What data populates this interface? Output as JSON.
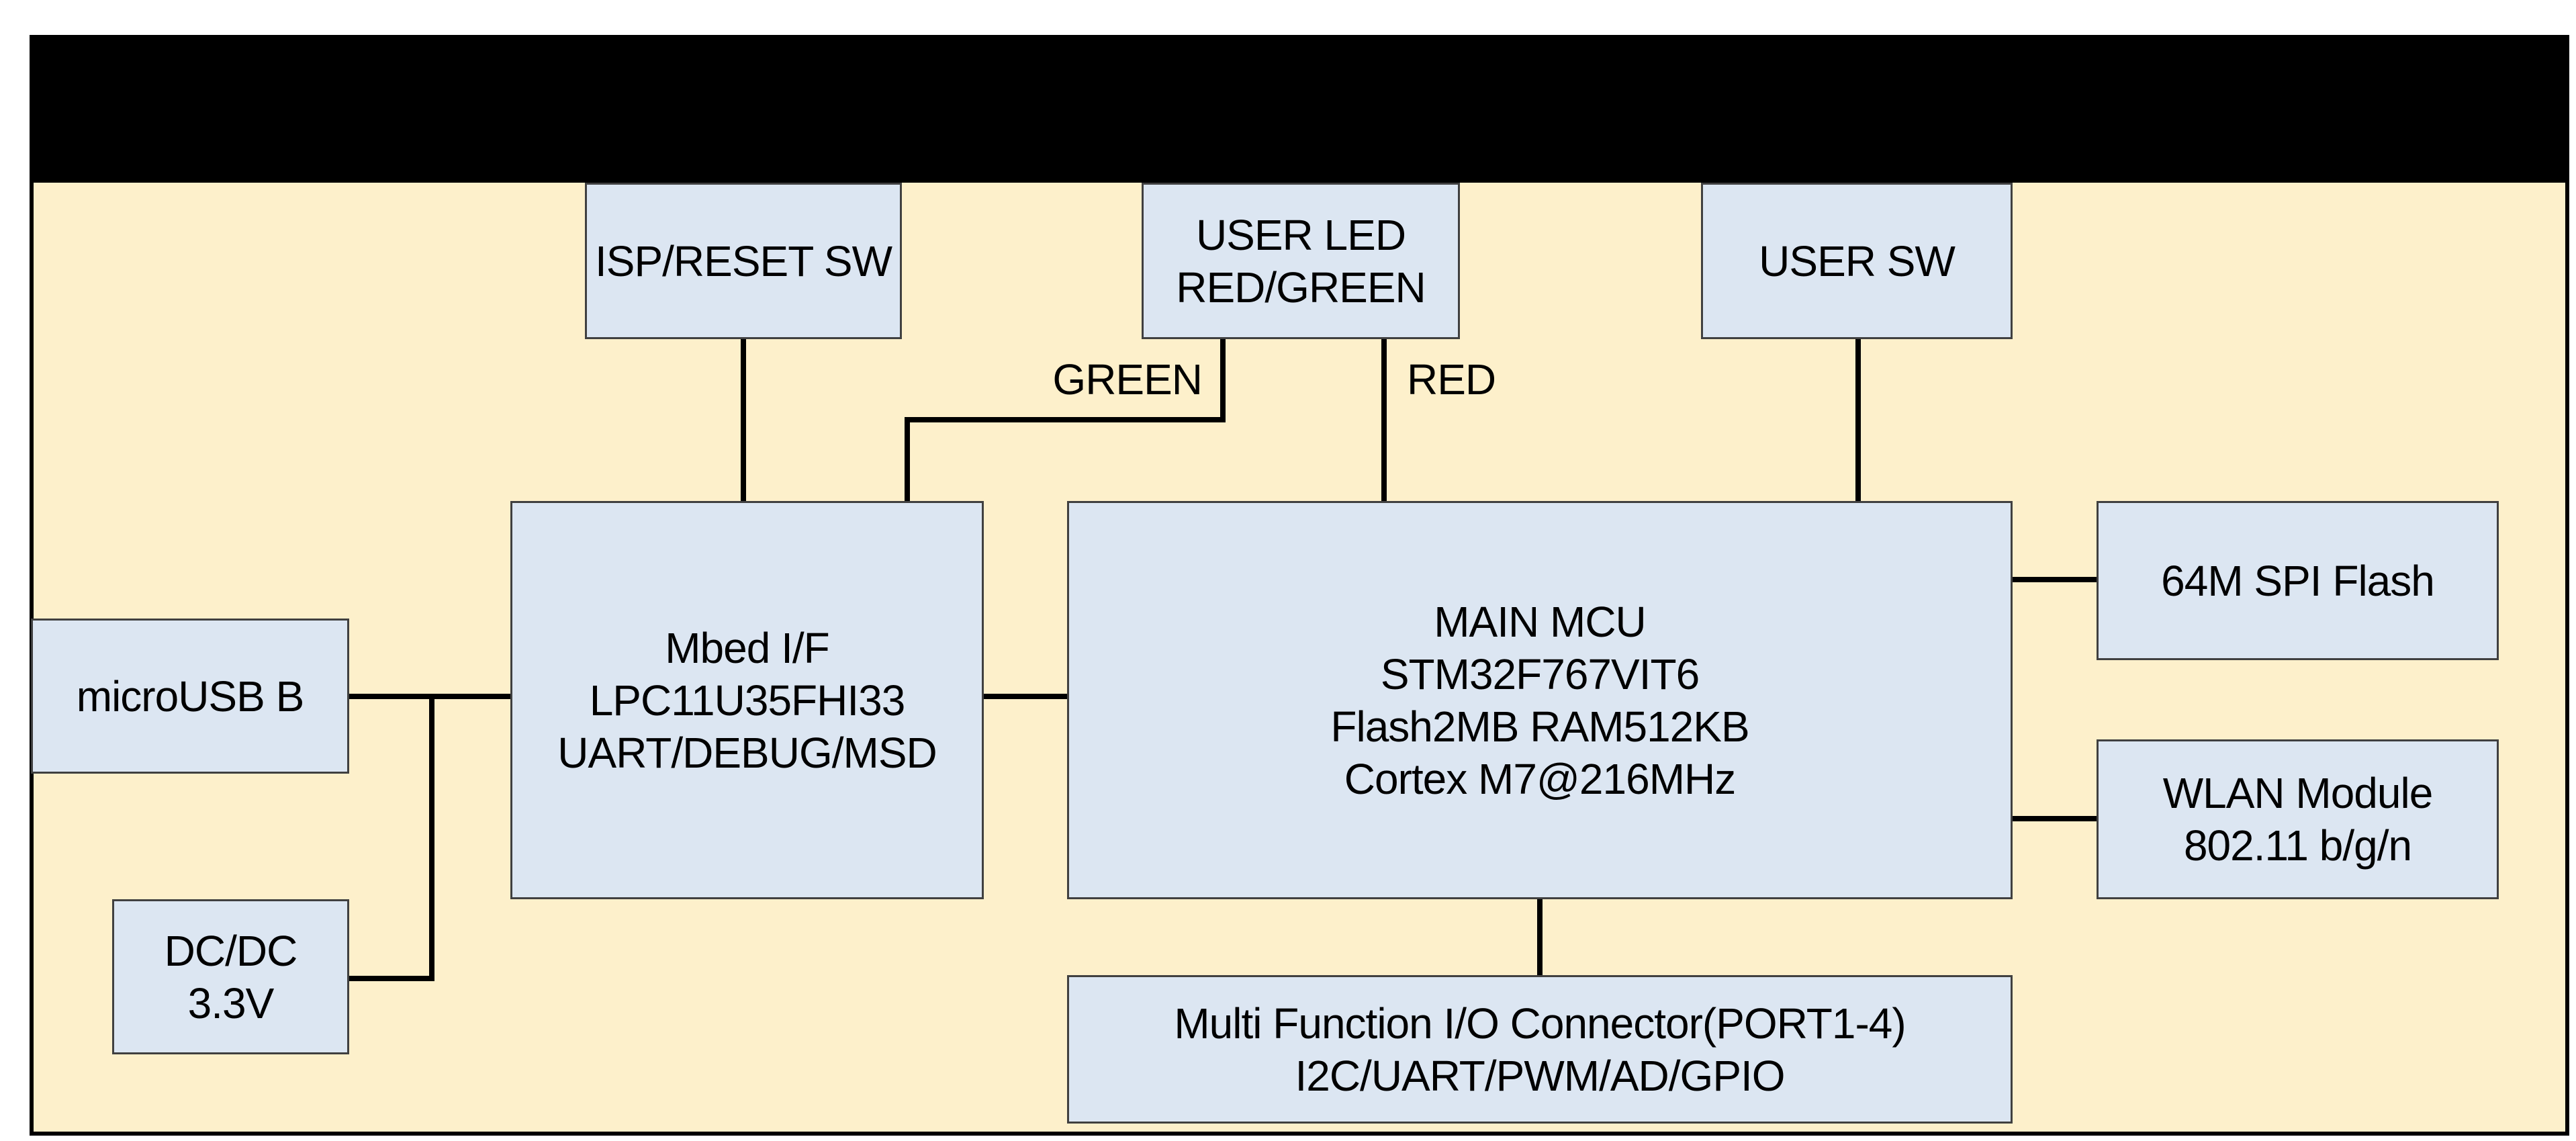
{
  "colors": {
    "page_background": "#FFFFFF",
    "canvas_fill": "#FDF0CB",
    "canvas_border": "#000000",
    "title_bar": "#000000",
    "node_fill": "#DCE6F2",
    "node_border": "#404040",
    "wire": "#000000",
    "text": "#000000"
  },
  "nodes": {
    "isp_reset_sw": {
      "lines": [
        "ISP/RESET SW"
      ]
    },
    "user_led": {
      "lines": [
        "USER LED",
        "RED/GREEN"
      ]
    },
    "user_sw": {
      "lines": [
        "USER SW"
      ]
    },
    "mbed_if": {
      "lines": [
        "Mbed I/F",
        "LPC11U35FHI33",
        "UART/DEBUG/MSD"
      ]
    },
    "main_mcu": {
      "lines": [
        "MAIN MCU",
        "STM32F767VIT6",
        "Flash2MB RAM512KB",
        "Cortex M7@216MHz"
      ]
    },
    "micro_usb": {
      "lines": [
        "microUSB B"
      ]
    },
    "dc_dc": {
      "lines": [
        "DC/DC",
        "3.3V"
      ]
    },
    "spi_flash": {
      "lines": [
        "64M SPI Flash"
      ]
    },
    "wlan_module": {
      "lines": [
        "WLAN Module",
        "802.11 b/g/n"
      ]
    },
    "multi_io": {
      "lines": [
        "Multi Function I/O Connector(PORT1-4)",
        "I2C/UART/PWM/AD/GPIO"
      ]
    }
  },
  "wire_labels": {
    "green": "GREEN",
    "red": "RED"
  }
}
